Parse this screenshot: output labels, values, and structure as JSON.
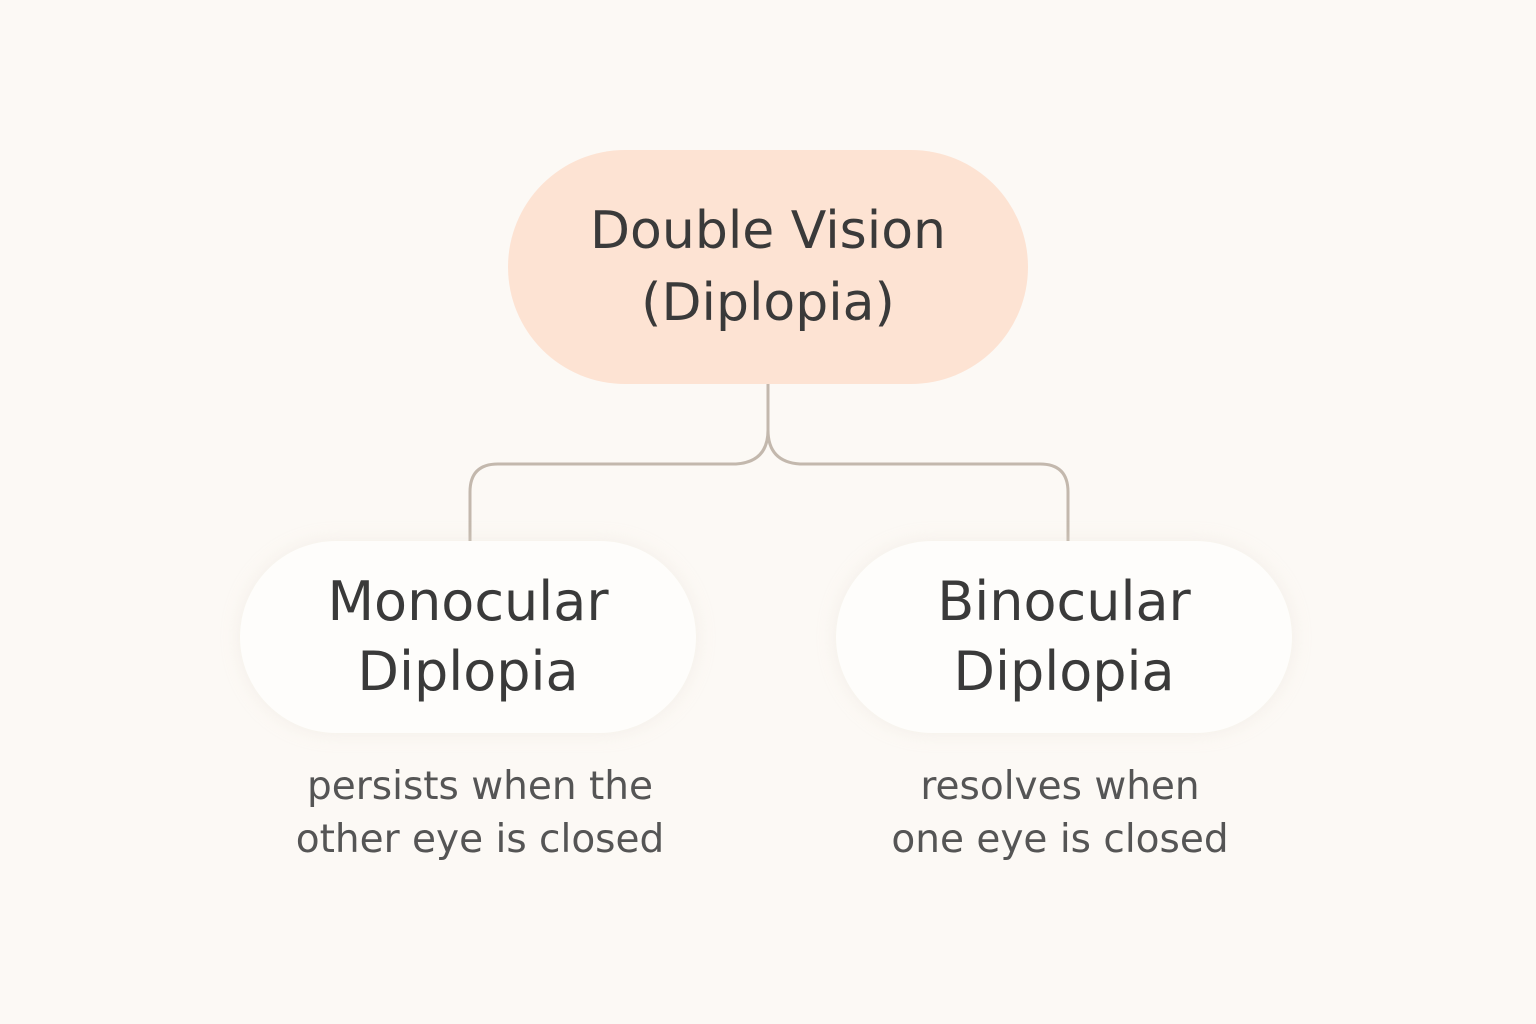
{
  "colors": {
    "background": "#FCF9F5",
    "root_fill": "#FDE3D3",
    "child_fill": "#FEFDFB",
    "connector": "#C3B8AD",
    "text": "#3A3A3A",
    "desc_text": "#555555"
  },
  "root": {
    "line1": "Double Vision",
    "line2": "(Diplopia)"
  },
  "children": [
    {
      "title_line1": "Monocular",
      "title_line2": "Diplopia",
      "desc_line1": "persists when the",
      "desc_line2": "other eye is closed"
    },
    {
      "title_line1": "Binocular",
      "title_line2": "Diplopia",
      "desc_line1": "resolves when",
      "desc_line2": "one eye is closed"
    }
  ]
}
